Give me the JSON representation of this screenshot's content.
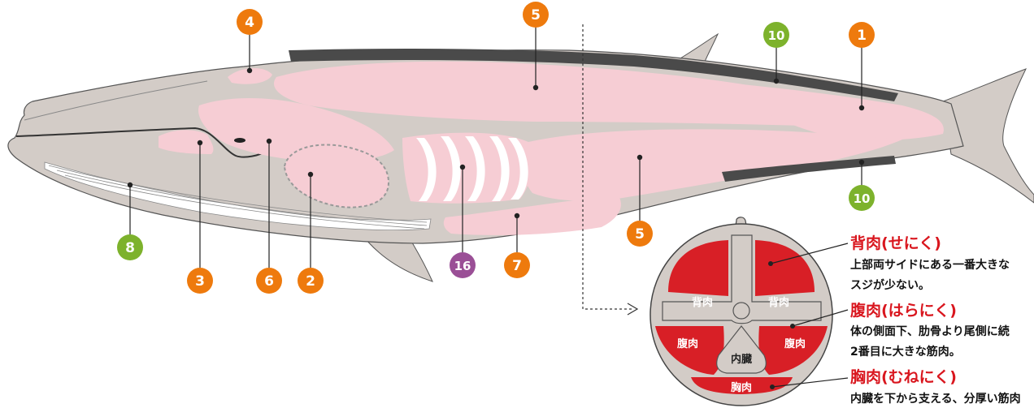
{
  "colors": {
    "body": "#d3ccc7",
    "meat": "#f6cdd4",
    "dark_stripe": "#4a4a4a",
    "orange": "#ee7a0d",
    "green": "#7db22c",
    "purple": "#9a4f96",
    "red_meat": "#d81f26",
    "legend_red": "#d9161e"
  },
  "badges": {
    "b4": "4",
    "b5_top": "5",
    "b10_top": "10",
    "b1": "1",
    "b10_bottom": "10",
    "b5_bottom": "5",
    "b8": "8",
    "b3": "3",
    "b6": "6",
    "b2": "2",
    "b16": "16",
    "b7": "7"
  },
  "cross_section": {
    "back_left": "背肉",
    "back_right": "背肉",
    "belly_left": "腹肉",
    "belly_right": "腹肉",
    "organs": "内臓",
    "chest": "胸肉"
  },
  "legend": [
    {
      "title": "背肉(せにく)",
      "desc1": "上部両サイドにある一番大きな",
      "desc2": "スジが少ない。"
    },
    {
      "title": "腹肉(はらにく)",
      "desc1": "体の側面下、肋骨より尾側に続",
      "desc2": "2番目に大きな筋肉。"
    },
    {
      "title": "胸肉(むねにく)",
      "desc1": "内臓を下から支える、分厚い筋肉"
    }
  ]
}
